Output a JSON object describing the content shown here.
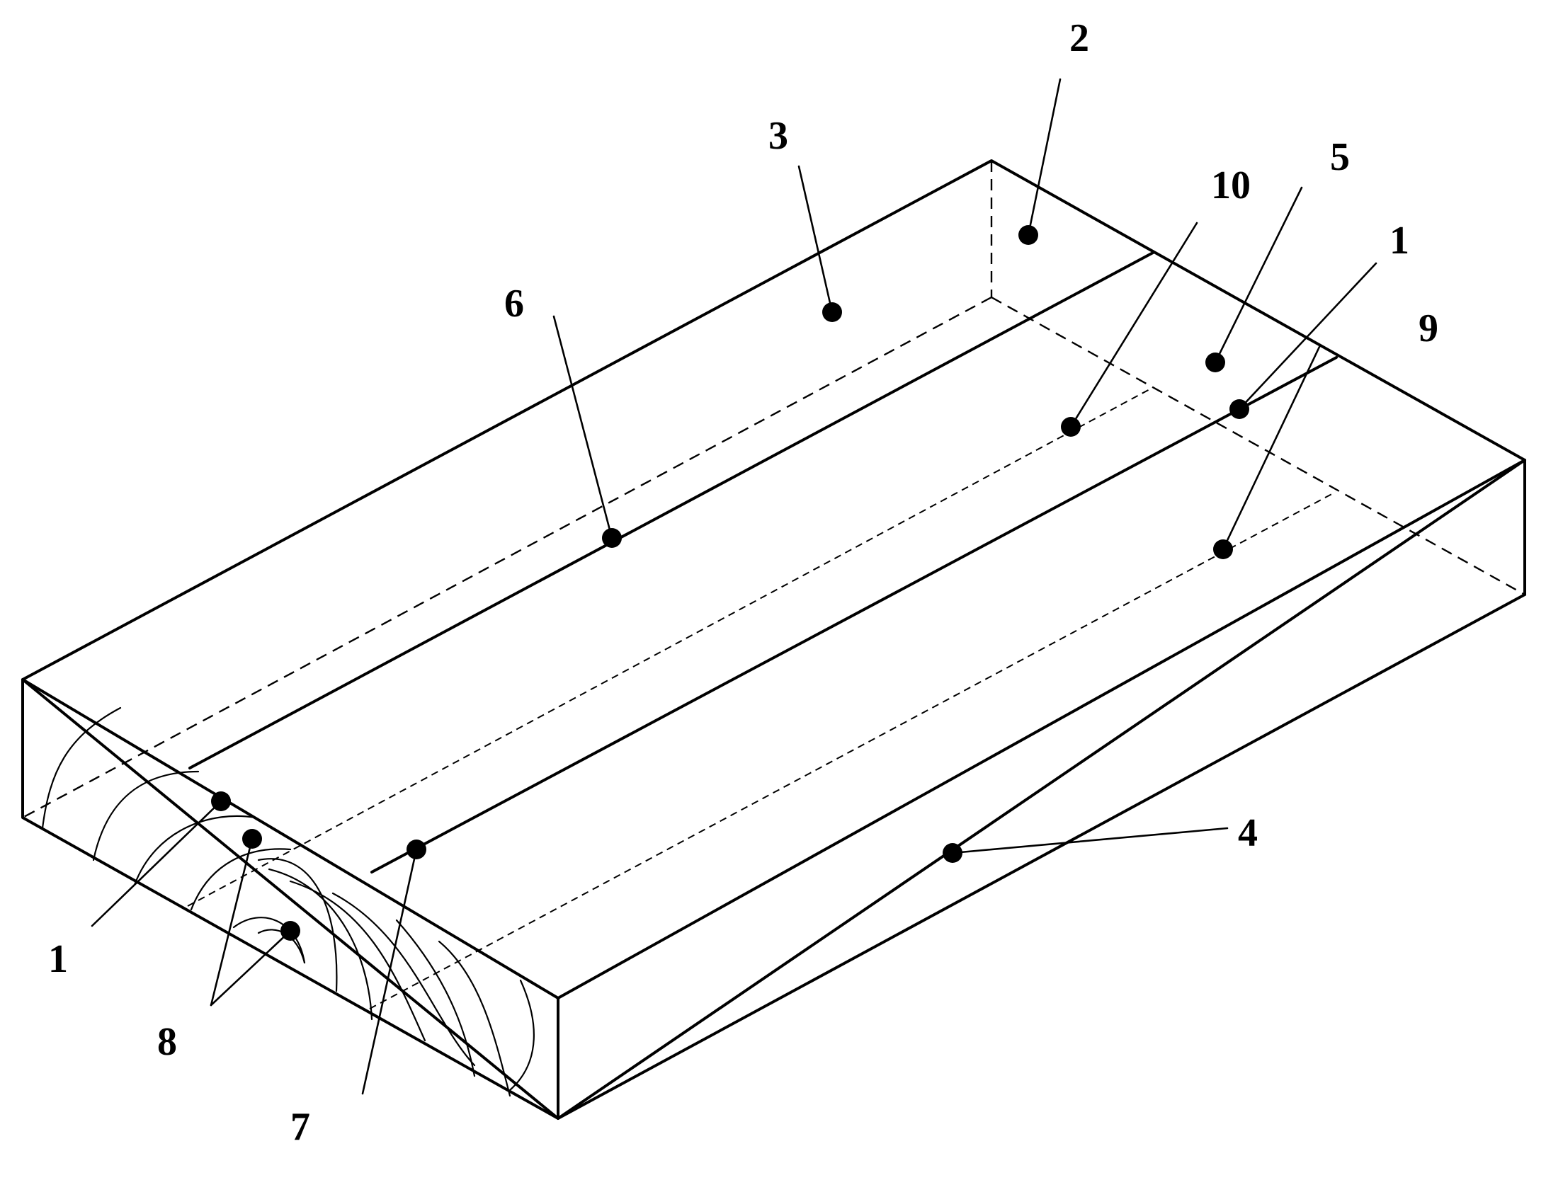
{
  "labels": {
    "l1_left": "1",
    "l1_right": "1",
    "l2": "2",
    "l3": "3",
    "l4": "4",
    "l5": "5",
    "l6": "6",
    "l7": "7",
    "l8": "8",
    "l9": "9",
    "l10": "10"
  },
  "colors": {
    "line": "#000000",
    "background": "#ffffff"
  }
}
